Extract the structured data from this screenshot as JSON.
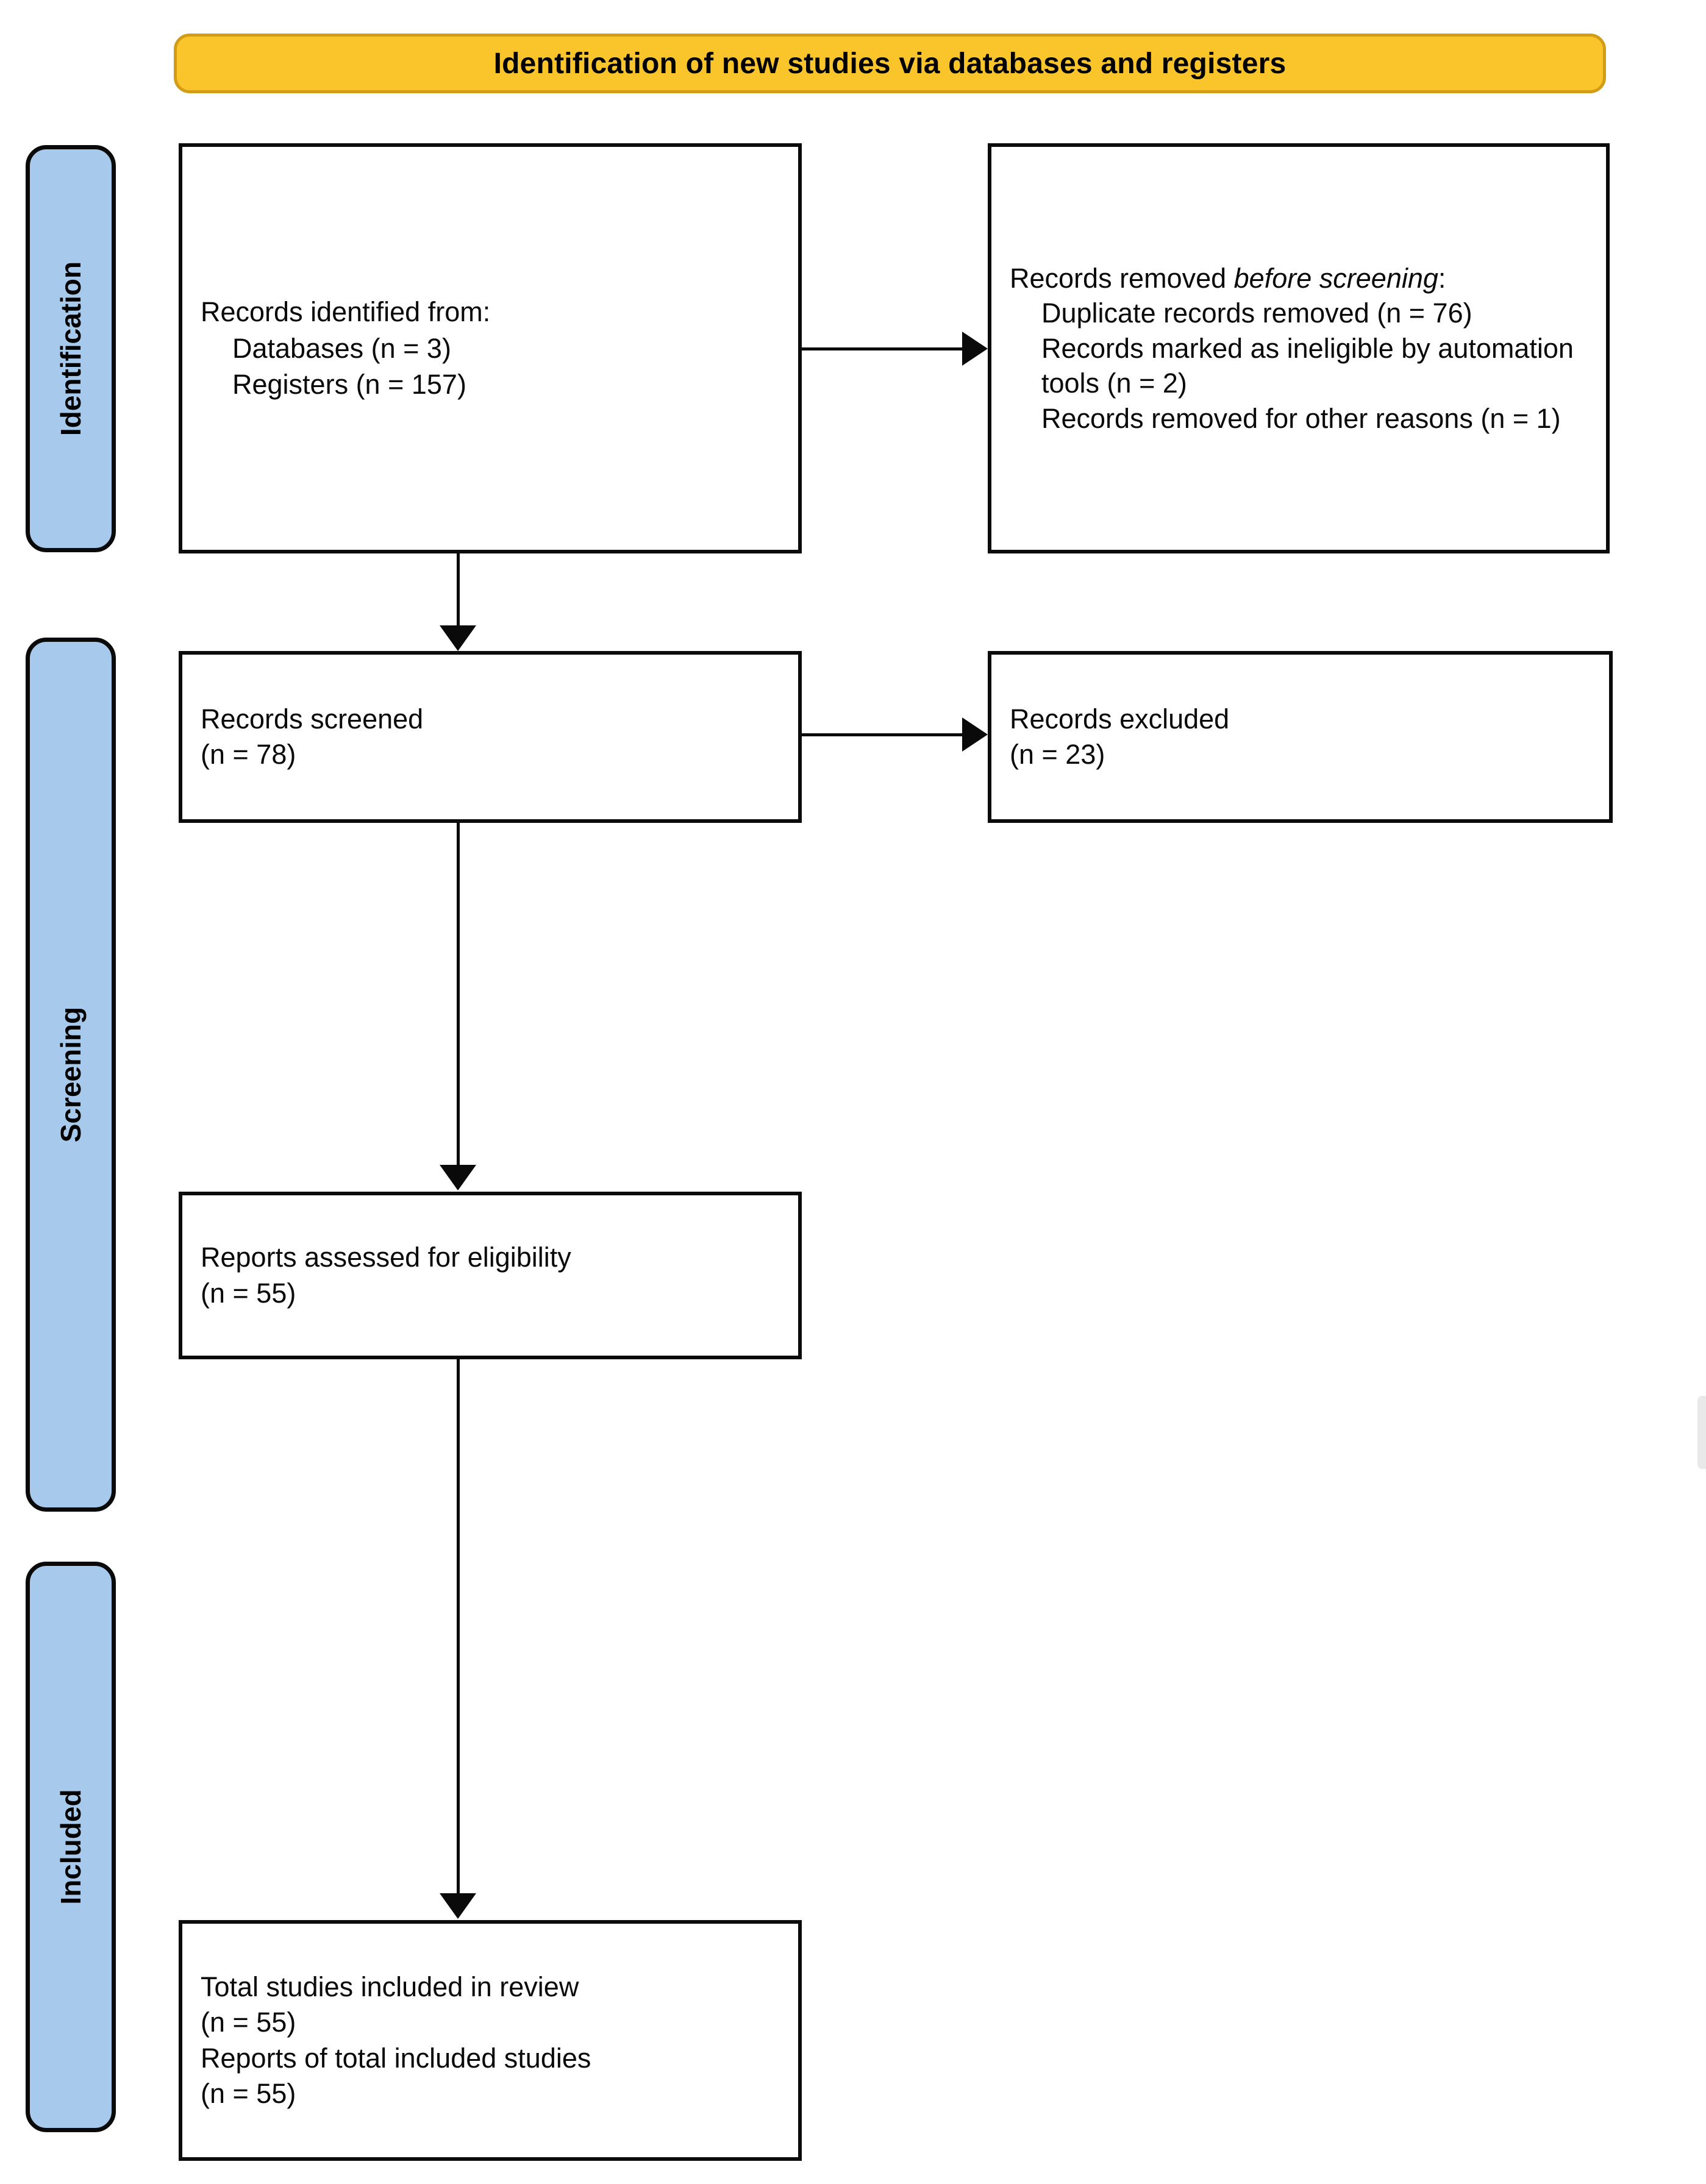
{
  "banner": {
    "title": "Identification of new studies via databases and registers",
    "fill_color": "#F9C52B",
    "border_color": "#D29C16"
  },
  "stages": [
    {
      "id": "identification",
      "label": "Identification",
      "fill_color": "#A7CAEC"
    },
    {
      "id": "screening",
      "label": "Screening",
      "fill_color": "#A7CAEC"
    },
    {
      "id": "included",
      "label": "Included",
      "fill_color": "#A7CAEC"
    }
  ],
  "boxes": {
    "identified": {
      "line1": "Records identified from:",
      "line2": "Databases (n = 3)",
      "line3": "Registers (n = 157)"
    },
    "removed": {
      "line1_prefix": "Records removed ",
      "line1_em": "before",
      "line2_em": "screening",
      "line2_suffix": ":",
      "line3": "Duplicate records removed (n = 76)",
      "line4": "Records marked as ineligible by automation tools (n = 2)",
      "line5": "Records removed for other reasons (n = 1)"
    },
    "screened": {
      "line1": "Records screened",
      "line2": "(n = 78)"
    },
    "excluded": {
      "line1": "Records excluded",
      "line2": "(n = 23)"
    },
    "eligibility": {
      "line1": "Reports assessed for eligibility",
      "line2": "(n = 55)"
    },
    "included": {
      "line1": "Total studies included in review",
      "line2": "(n = 55)",
      "line3": "Reports of total included studies",
      "line4": "(n = 55)"
    }
  },
  "chart_data": {
    "type": "diagram",
    "title": "Identification of new studies via databases and registers",
    "diagram_kind": "PRISMA 2020 flow diagram",
    "stages": [
      "Identification",
      "Screening",
      "Included"
    ],
    "nodes": [
      {
        "id": "identified",
        "stage": "Identification",
        "label": "Records identified from: Databases (n = 3); Registers (n = 157)",
        "counts": {
          "Databases": 3,
          "Registers": 157
        }
      },
      {
        "id": "removed",
        "stage": "Identification",
        "label": "Records removed before screening",
        "counts": {
          "Duplicate records removed": 76,
          "Records marked as ineligible by automation tools": 2,
          "Records removed for other reasons": 1
        }
      },
      {
        "id": "screened",
        "stage": "Screening",
        "label": "Records screened",
        "counts": {
          "n": 78
        }
      },
      {
        "id": "excluded",
        "stage": "Screening",
        "label": "Records excluded",
        "counts": {
          "n": 23
        }
      },
      {
        "id": "eligibility",
        "stage": "Screening",
        "label": "Reports assessed for eligibility",
        "counts": {
          "n": 55
        }
      },
      {
        "id": "included",
        "stage": "Included",
        "label": "Total studies included in review; Reports of total included studies",
        "counts": {
          "Total studies included in review": 55,
          "Reports of total included studies": 55
        }
      }
    ],
    "edges": [
      {
        "from": "identified",
        "to": "removed",
        "direction": "right"
      },
      {
        "from": "identified",
        "to": "screened",
        "direction": "down"
      },
      {
        "from": "screened",
        "to": "excluded",
        "direction": "right"
      },
      {
        "from": "screened",
        "to": "eligibility",
        "direction": "down"
      },
      {
        "from": "eligibility",
        "to": "included",
        "direction": "down"
      }
    ]
  }
}
